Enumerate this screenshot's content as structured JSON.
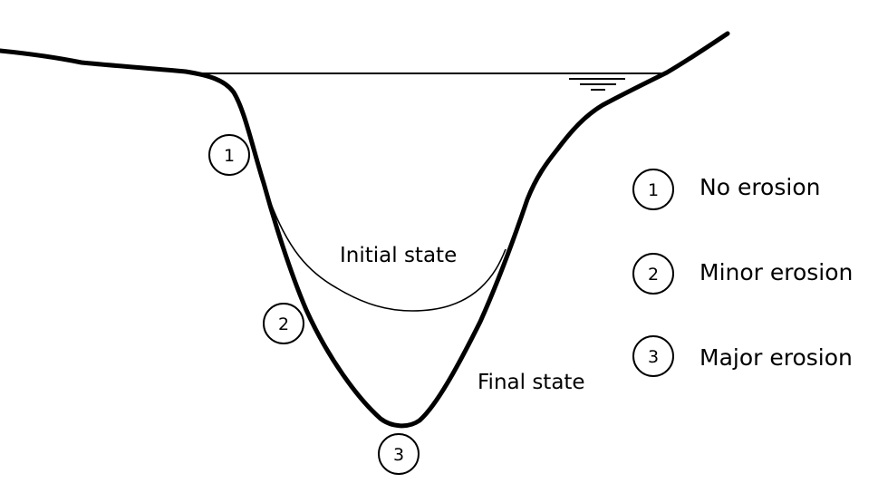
{
  "diagram": {
    "labels": {
      "initial_state": "Initial state",
      "final_state": "Final state"
    },
    "markers": [
      {
        "number": "1"
      },
      {
        "number": "2"
      },
      {
        "number": "3"
      }
    ],
    "legend": [
      {
        "number": "1",
        "text": "No erosion"
      },
      {
        "number": "2",
        "text": "Minor erosion"
      },
      {
        "number": "3",
        "text": "Major erosion"
      }
    ],
    "colors": {
      "stroke": "#000000",
      "background": "#ffffff"
    }
  }
}
